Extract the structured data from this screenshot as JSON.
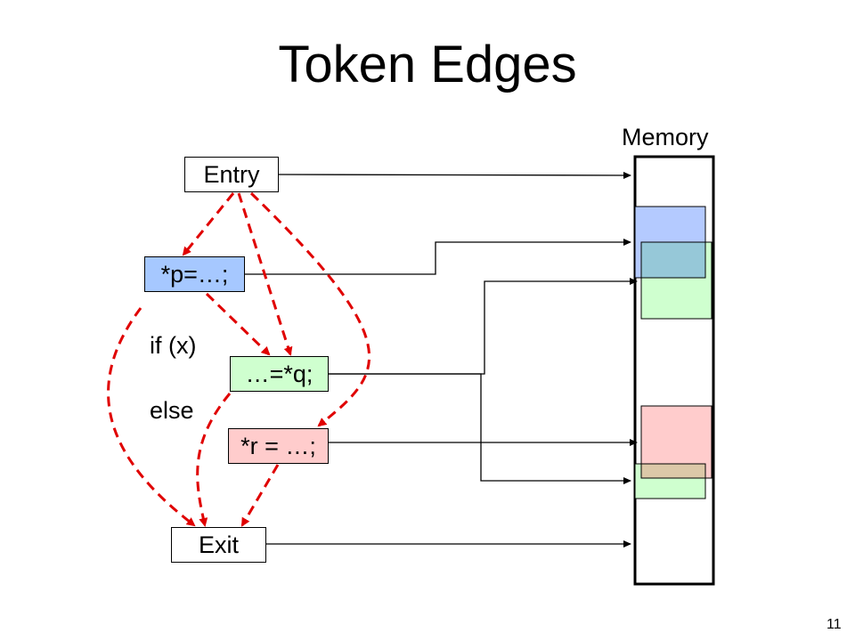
{
  "title": "Token Edges",
  "memory_label": "Memory",
  "nodes": {
    "entry": "Entry",
    "store_p": "*p=…;",
    "load_q": "…=*q;",
    "store_r": "*r = …;",
    "exit": "Exit"
  },
  "conditions": {
    "if": "if (x)",
    "else": "else"
  },
  "slide_number": "11",
  "colors": {
    "token_edge": "#e00000",
    "store_p_fill": "#a6c8ff",
    "load_q_fill": "#cfffcf",
    "store_r_fill": "#ffcccc",
    "overlap_blue_green": "#96c8d8",
    "overlap_red_green": "#dcc8a8"
  }
}
